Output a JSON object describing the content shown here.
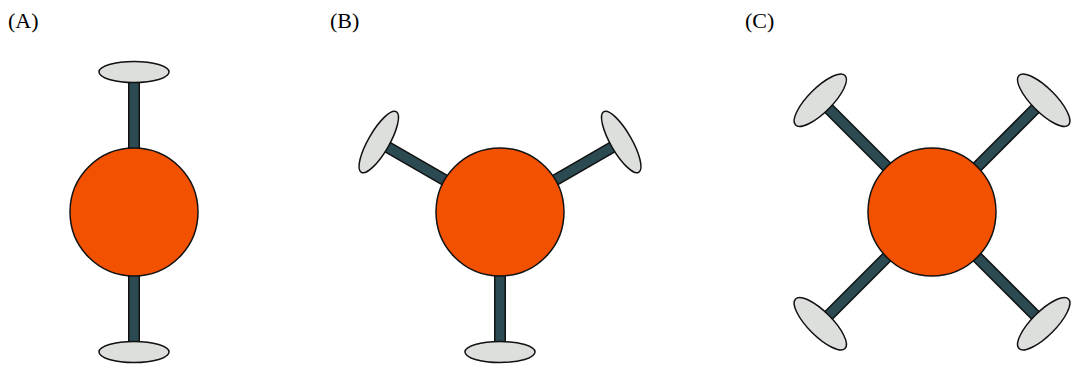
{
  "diagram": {
    "labels": [
      "(A)",
      "(B)",
      "(C)"
    ]
  }
}
